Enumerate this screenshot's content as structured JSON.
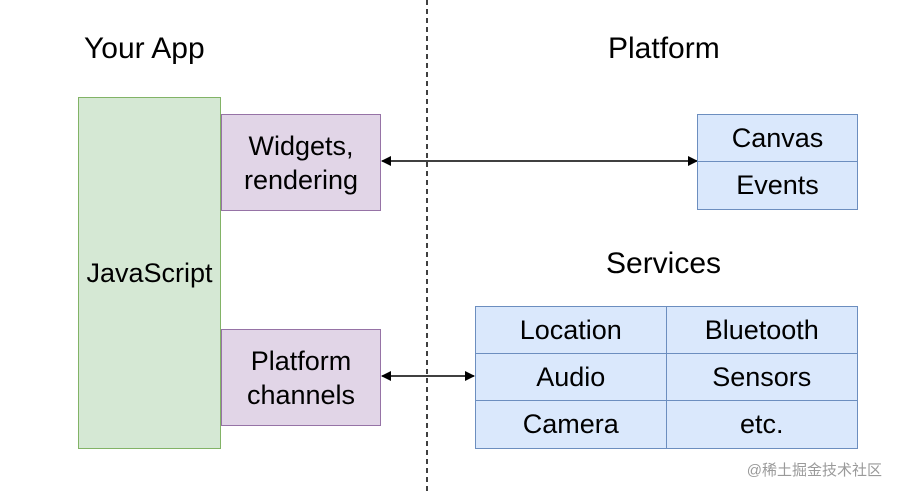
{
  "headings": {
    "left": "Your App",
    "right": "Platform",
    "services": "Services"
  },
  "app": {
    "main_block": "JavaScript",
    "widgets_block": "Widgets,\nrendering",
    "channels_block": "Platform\nchannels"
  },
  "platform": {
    "items": [
      "Canvas",
      "Events"
    ]
  },
  "services": {
    "items": [
      "Location",
      "Bluetooth",
      "Audio",
      "Sensors",
      "Camera",
      "etc."
    ]
  },
  "watermark": "@稀土掘金技术社区",
  "colors": {
    "green_fill": "#d5e8d4",
    "green_stroke": "#82b366",
    "purple_fill": "#e1d5e7",
    "purple_stroke": "#9673a6",
    "blue_fill": "#dae8fc",
    "blue_stroke": "#6c8ebf"
  }
}
